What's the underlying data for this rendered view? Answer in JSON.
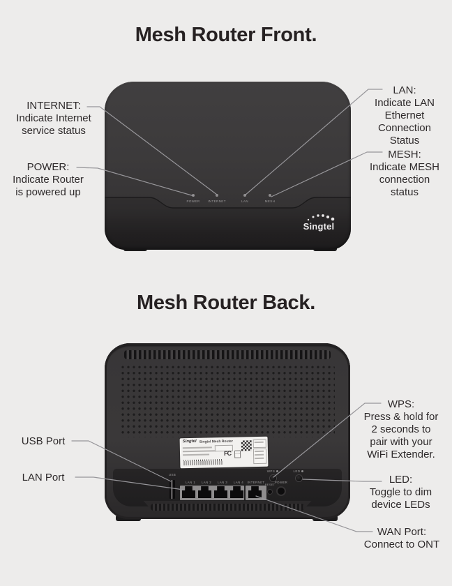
{
  "front": {
    "title": "Mesh Router Front.",
    "device": {
      "brand": "Singtel",
      "led_labels": [
        "POWER",
        "INTERNET",
        "LAN",
        "MESH"
      ]
    },
    "callouts": {
      "internet": {
        "title": "INTERNET:",
        "lines": [
          "Indicate Internet",
          "service status"
        ]
      },
      "power": {
        "title": "POWER:",
        "lines": [
          "Indicate Router",
          "is powered up"
        ]
      },
      "lan": {
        "title": "LAN:",
        "lines": [
          "Indicate LAN",
          "Ethernet",
          "Connection",
          "Status"
        ]
      },
      "mesh": {
        "title": "MESH:",
        "lines": [
          "Indicate MESH",
          "connection",
          "status"
        ]
      }
    }
  },
  "back": {
    "title": "Mesh Router Back.",
    "device": {
      "port_labels": [
        "USB",
        "LAN 1",
        "LAN 2",
        "LAN 3",
        "LAN 4",
        "INTERNET",
        "RESET",
        "POWER"
      ],
      "button_labels": [
        "WPS",
        "LED"
      ],
      "sticker": {
        "brand": "Singtel",
        "product": "Singtel Mesh Router",
        "fcc": "FC"
      }
    },
    "callouts": {
      "usb": {
        "title": "USB Port"
      },
      "lan": {
        "title": "LAN Port"
      },
      "wps": {
        "title": "WPS:",
        "lines": [
          "Press & hold for",
          "2 seconds to",
          "pair with your",
          "WiFi Extender."
        ]
      },
      "led": {
        "title": "LED:",
        "lines": [
          "Toggle to dim",
          "device LEDs"
        ]
      },
      "wan": {
        "title": "WAN Port:",
        "lines": [
          "Connect to ONT"
        ]
      }
    }
  },
  "colors": {
    "background": "#edeceb",
    "device_body": "#3b393a",
    "callout_line": "#97969a"
  }
}
